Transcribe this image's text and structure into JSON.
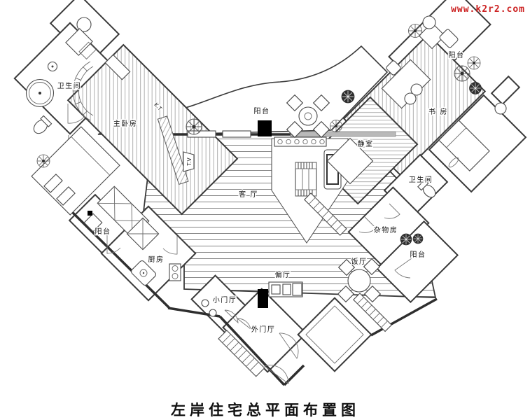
{
  "drawing": {
    "kind": "residential floor plan",
    "title": {
      "text": "左岸住宅总平面布置图"
    },
    "watermark": {
      "text": "www.k2r2.com",
      "color": "#cc2222"
    }
  },
  "labels": {
    "bathroom_tl": "卫生间",
    "master_bedroom": "主卧房",
    "balcony_top": "阳台",
    "balcony_top_right": "阳台",
    "study": "书 房",
    "quiet_room": "静室",
    "bathroom_right": "卫生间",
    "storage_room": "杂物房",
    "balcony_right": "阳台",
    "dining_room": "饭厅",
    "side_hall": "偏厅",
    "living_room": "客 厅",
    "balcony_left": "阳台",
    "kitchen": "厨房",
    "small_foyer": "小门厅",
    "outer_foyer": "外门厅",
    "tv": "T.V",
    "ac": "K.T"
  },
  "palette": {
    "line": "#3a3a3a",
    "hatch": "#8d8d8d",
    "plank": "#777777",
    "column": "#000000",
    "watermark_red": "#cc2222"
  }
}
